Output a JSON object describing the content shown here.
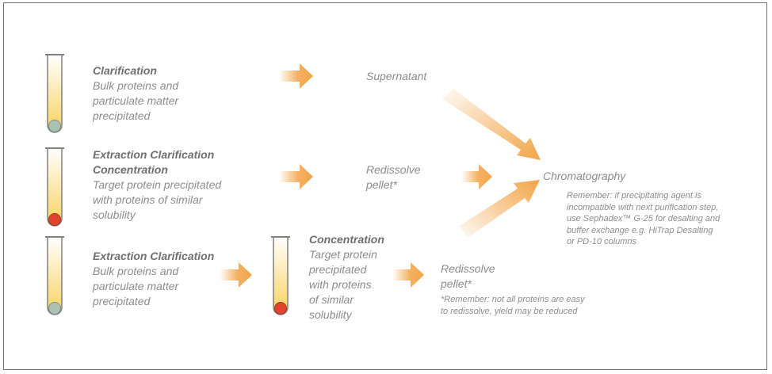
{
  "colors": {
    "arrow": "#f2a447",
    "text": "#8c8c8c",
    "heading": "#6f6f6f",
    "tube_liquid_top": "#fffbe3",
    "tube_liquid_bottom": "#fad25c",
    "pellet_grey": "#a9c2b1",
    "pellet_red": "#e0452c"
  },
  "rows": [
    {
      "heading": "Clarification",
      "body": [
        "Bulk proteins and",
        "particulate matter",
        "precipitated"
      ],
      "result": "Supernatant"
    },
    {
      "heading": "Extraction Clarification",
      "heading2": "Concentration",
      "body": [
        "Target protein precipitated",
        "with proteins of similar",
        "solubility"
      ],
      "result_lines": [
        "Redissolve",
        "pellet*"
      ]
    },
    {
      "heading": "Extraction Clarification",
      "body": [
        "Bulk proteins and",
        "particulate matter",
        "precipitated"
      ],
      "second_heading": "Concentration",
      "second_body": [
        "Target protein",
        "precipitated",
        "with proteins",
        "of similar",
        "solubility"
      ],
      "result_lines": [
        "Redissolve",
        "pellet*"
      ],
      "note": [
        "*Remember: not all proteins are easy",
        "to redissolve, yield may be reduced"
      ]
    }
  ],
  "destination": {
    "label": "Chromatography",
    "note": [
      "Remember: if precipitating agent is",
      "incompatible with next purification step,",
      "use Sephadex™ G-25 for desalting and",
      "buffer exchange e.g. HiTrap Desalting",
      "or PD-10 columns"
    ]
  }
}
